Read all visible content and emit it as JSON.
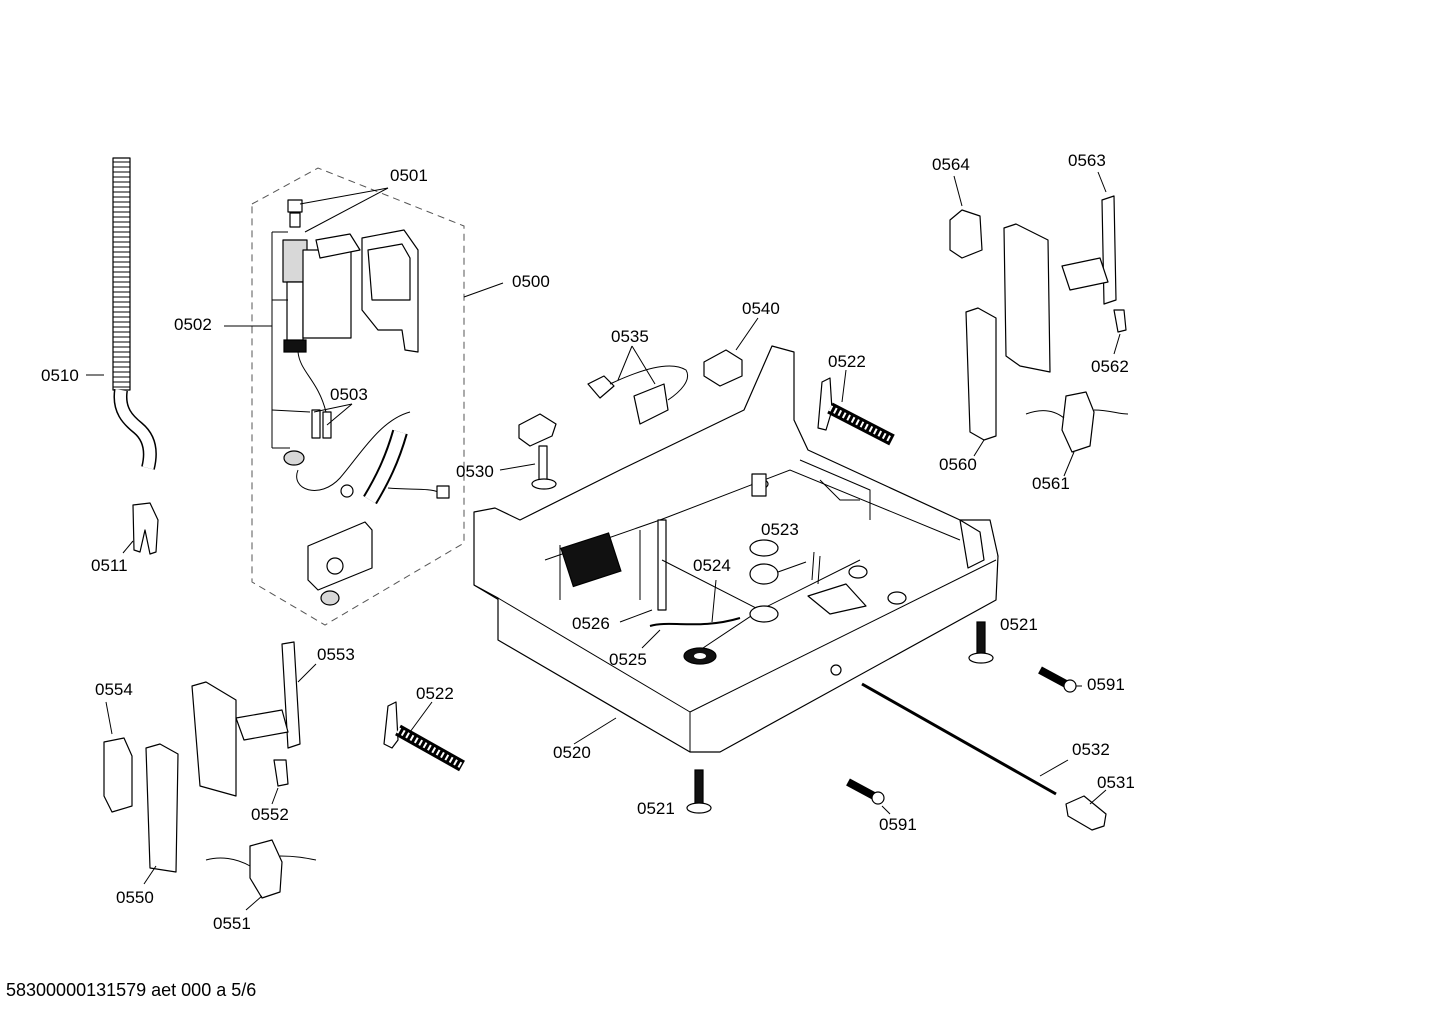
{
  "diagram": {
    "labels": {
      "p0500": "0500",
      "p0501": "0501",
      "p0502": "0502",
      "p0503": "0503",
      "p0510": "0510",
      "p0511": "0511",
      "p0520": "0520",
      "p0521a": "0521",
      "p0521b": "0521",
      "p0522a": "0522",
      "p0522b": "0522",
      "p0523": "0523",
      "p0524": "0524",
      "p0525": "0525",
      "p0526": "0526",
      "p0530": "0530",
      "p0531": "0531",
      "p0532": "0532",
      "p0535": "0535",
      "p0540": "0540",
      "p0550": "0550",
      "p0551": "0551",
      "p0552": "0552",
      "p0553": "0553",
      "p0554": "0554",
      "p0560": "0560",
      "p0561": "0561",
      "p0562": "0562",
      "p0563": "0563",
      "p0564": "0564",
      "p0591a": "0591",
      "p0591b": "0591"
    }
  },
  "footer": {
    "code": "58300000131579 aet 000 a 5/6"
  }
}
